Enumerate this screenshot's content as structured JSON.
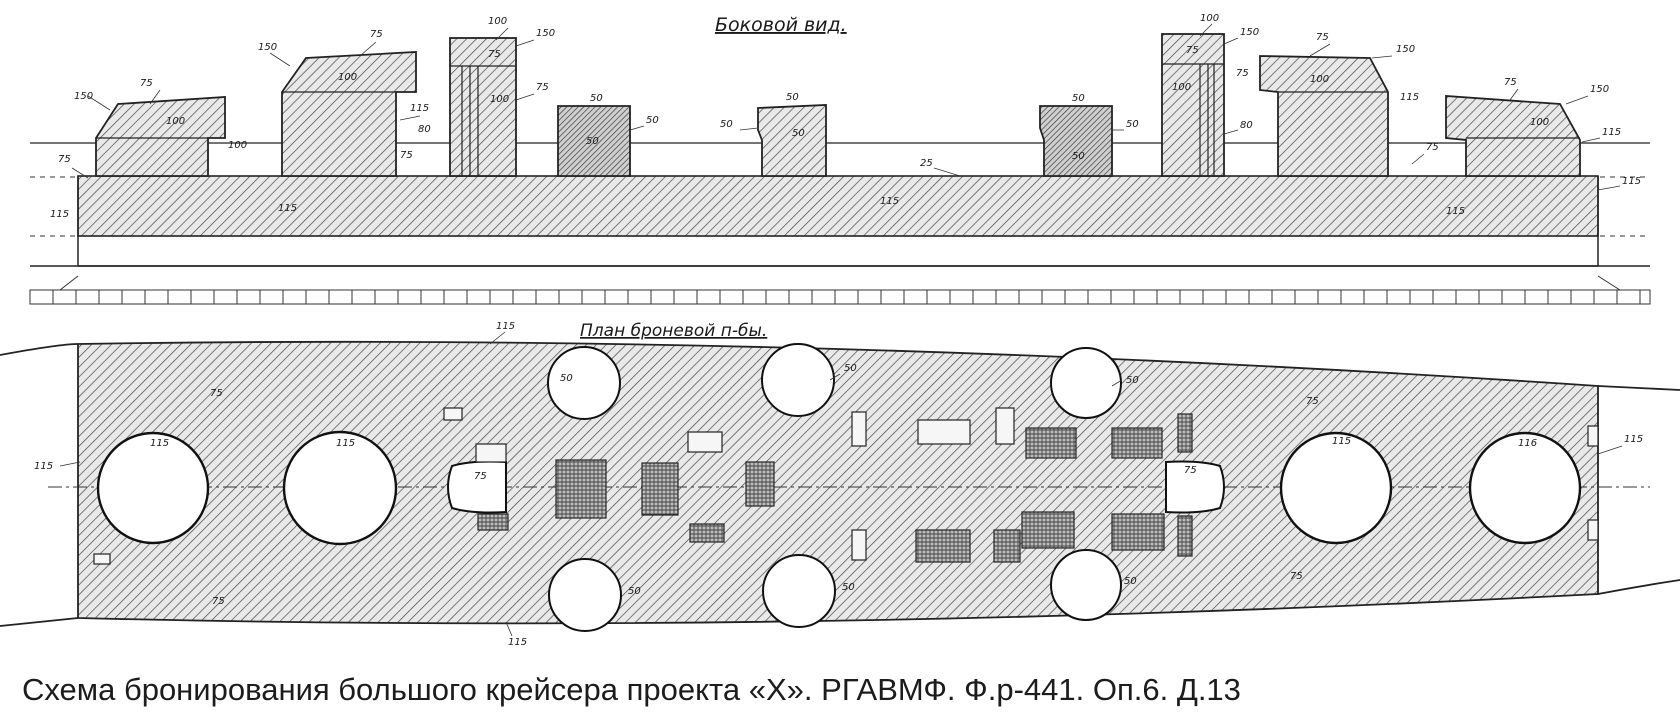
{
  "titles": {
    "side_view": "Боковой вид.",
    "plan_view": "План броневой п-бы."
  },
  "caption": "Схема бронирования большого крейсера проекта «Х». РГАВМФ. Ф.р-441. Оп.6. Д.13",
  "side_labels": {
    "belt_left": "115",
    "belt_center": "115",
    "belt_right": "115",
    "end_left": "115",
    "end_right": "115",
    "stern_end": "75",
    "deck": "25",
    "turret1_face": "100",
    "turret1_top": "75",
    "turret1_side": "150",
    "turret1_bar": "100",
    "turret2_face": "100",
    "turret2_top": "75",
    "turret2_side": "150",
    "turret2_bar": "115",
    "turret2_low": "80",
    "turret2_base": "75",
    "tower1_top": "100",
    "tower1_mid": "75",
    "tower1_side": "150",
    "tower1_low": "100",
    "tower1_base": "75",
    "sec1": "50",
    "sec1_top": "50",
    "sec1_side": "50",
    "sec2": "50",
    "sec2_top": "50",
    "sec2_side": "50",
    "sec3": "50",
    "sec3_top": "50",
    "sec3_side": "50",
    "tower2_top": "100",
    "tower2_mid": "75",
    "tower2_side": "150",
    "tower2_low": "100",
    "tower2_right": "75",
    "tower2_base": "80",
    "turret3_face": "100",
    "turret3_top": "75",
    "turret3_side": "150",
    "turret3_bar": "115",
    "turret3_base": "75",
    "turret4_face": "100",
    "turret4_top": "75",
    "turret4_side": "150",
    "turret4_bar": "115"
  },
  "plan_labels": {
    "top_edge": "115",
    "bottom_edge": "115",
    "left_end": "115",
    "right_end": "115",
    "deck_ul": "75",
    "deck_ll": "75",
    "deck_ur": "75",
    "deck_lr": "75",
    "barbette1": "115",
    "barbette2": "115",
    "barbette3": "115",
    "barbette4": "116",
    "tower1": "75",
    "tower2": "75",
    "mount_ul": "50",
    "mount_uc": "50",
    "mount_ur": "50",
    "mount_ll": "50",
    "mount_lc": "50",
    "mount_lr": "50"
  }
}
